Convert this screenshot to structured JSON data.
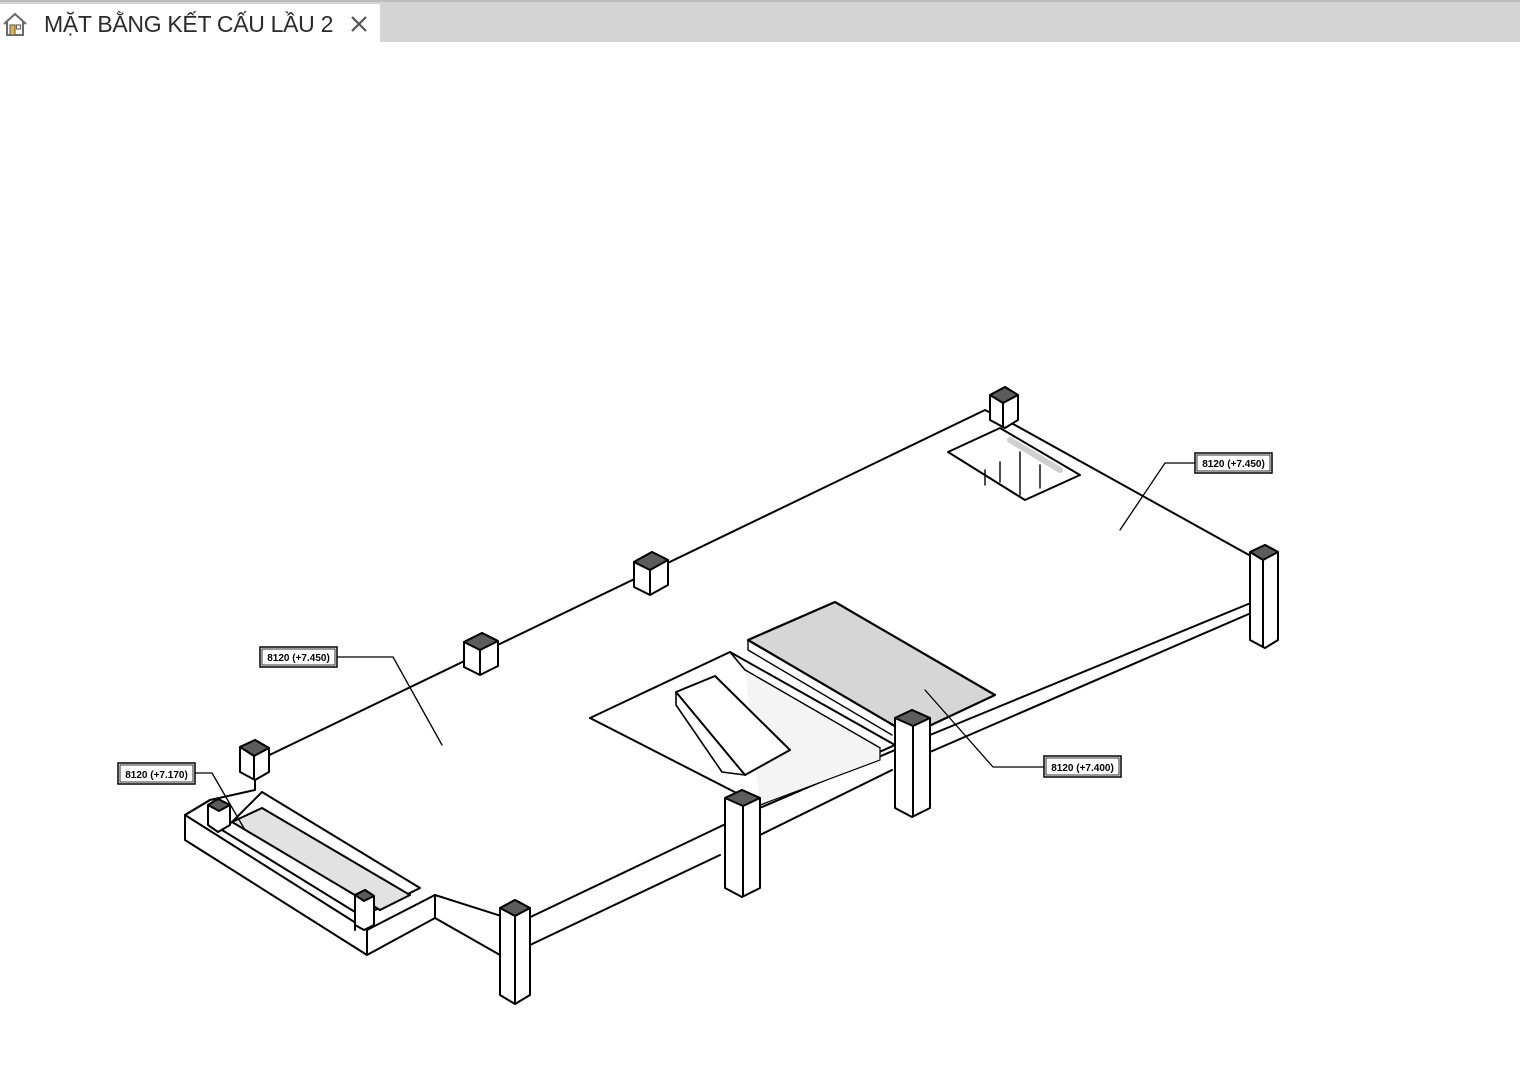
{
  "tab": {
    "title": "MẶT BẰNG KẾT CẤU LẦU 2",
    "icon": "home-icon",
    "close_icon": "close-icon"
  },
  "tags": [
    {
      "id": "tag-upper-right",
      "label": "8120 (+7.450)"
    },
    {
      "id": "tag-left",
      "label": "8120 (+7.450)"
    },
    {
      "id": "tag-bottom-left",
      "label": "8120 (+7.170)"
    },
    {
      "id": "tag-center-right",
      "label": "8120 (+7.400)"
    }
  ],
  "colors": {
    "tabbar": "#d4d4d4",
    "line": "#000000",
    "fill_grey": "#d9d9d9",
    "column_top": "#6b6b6b"
  }
}
